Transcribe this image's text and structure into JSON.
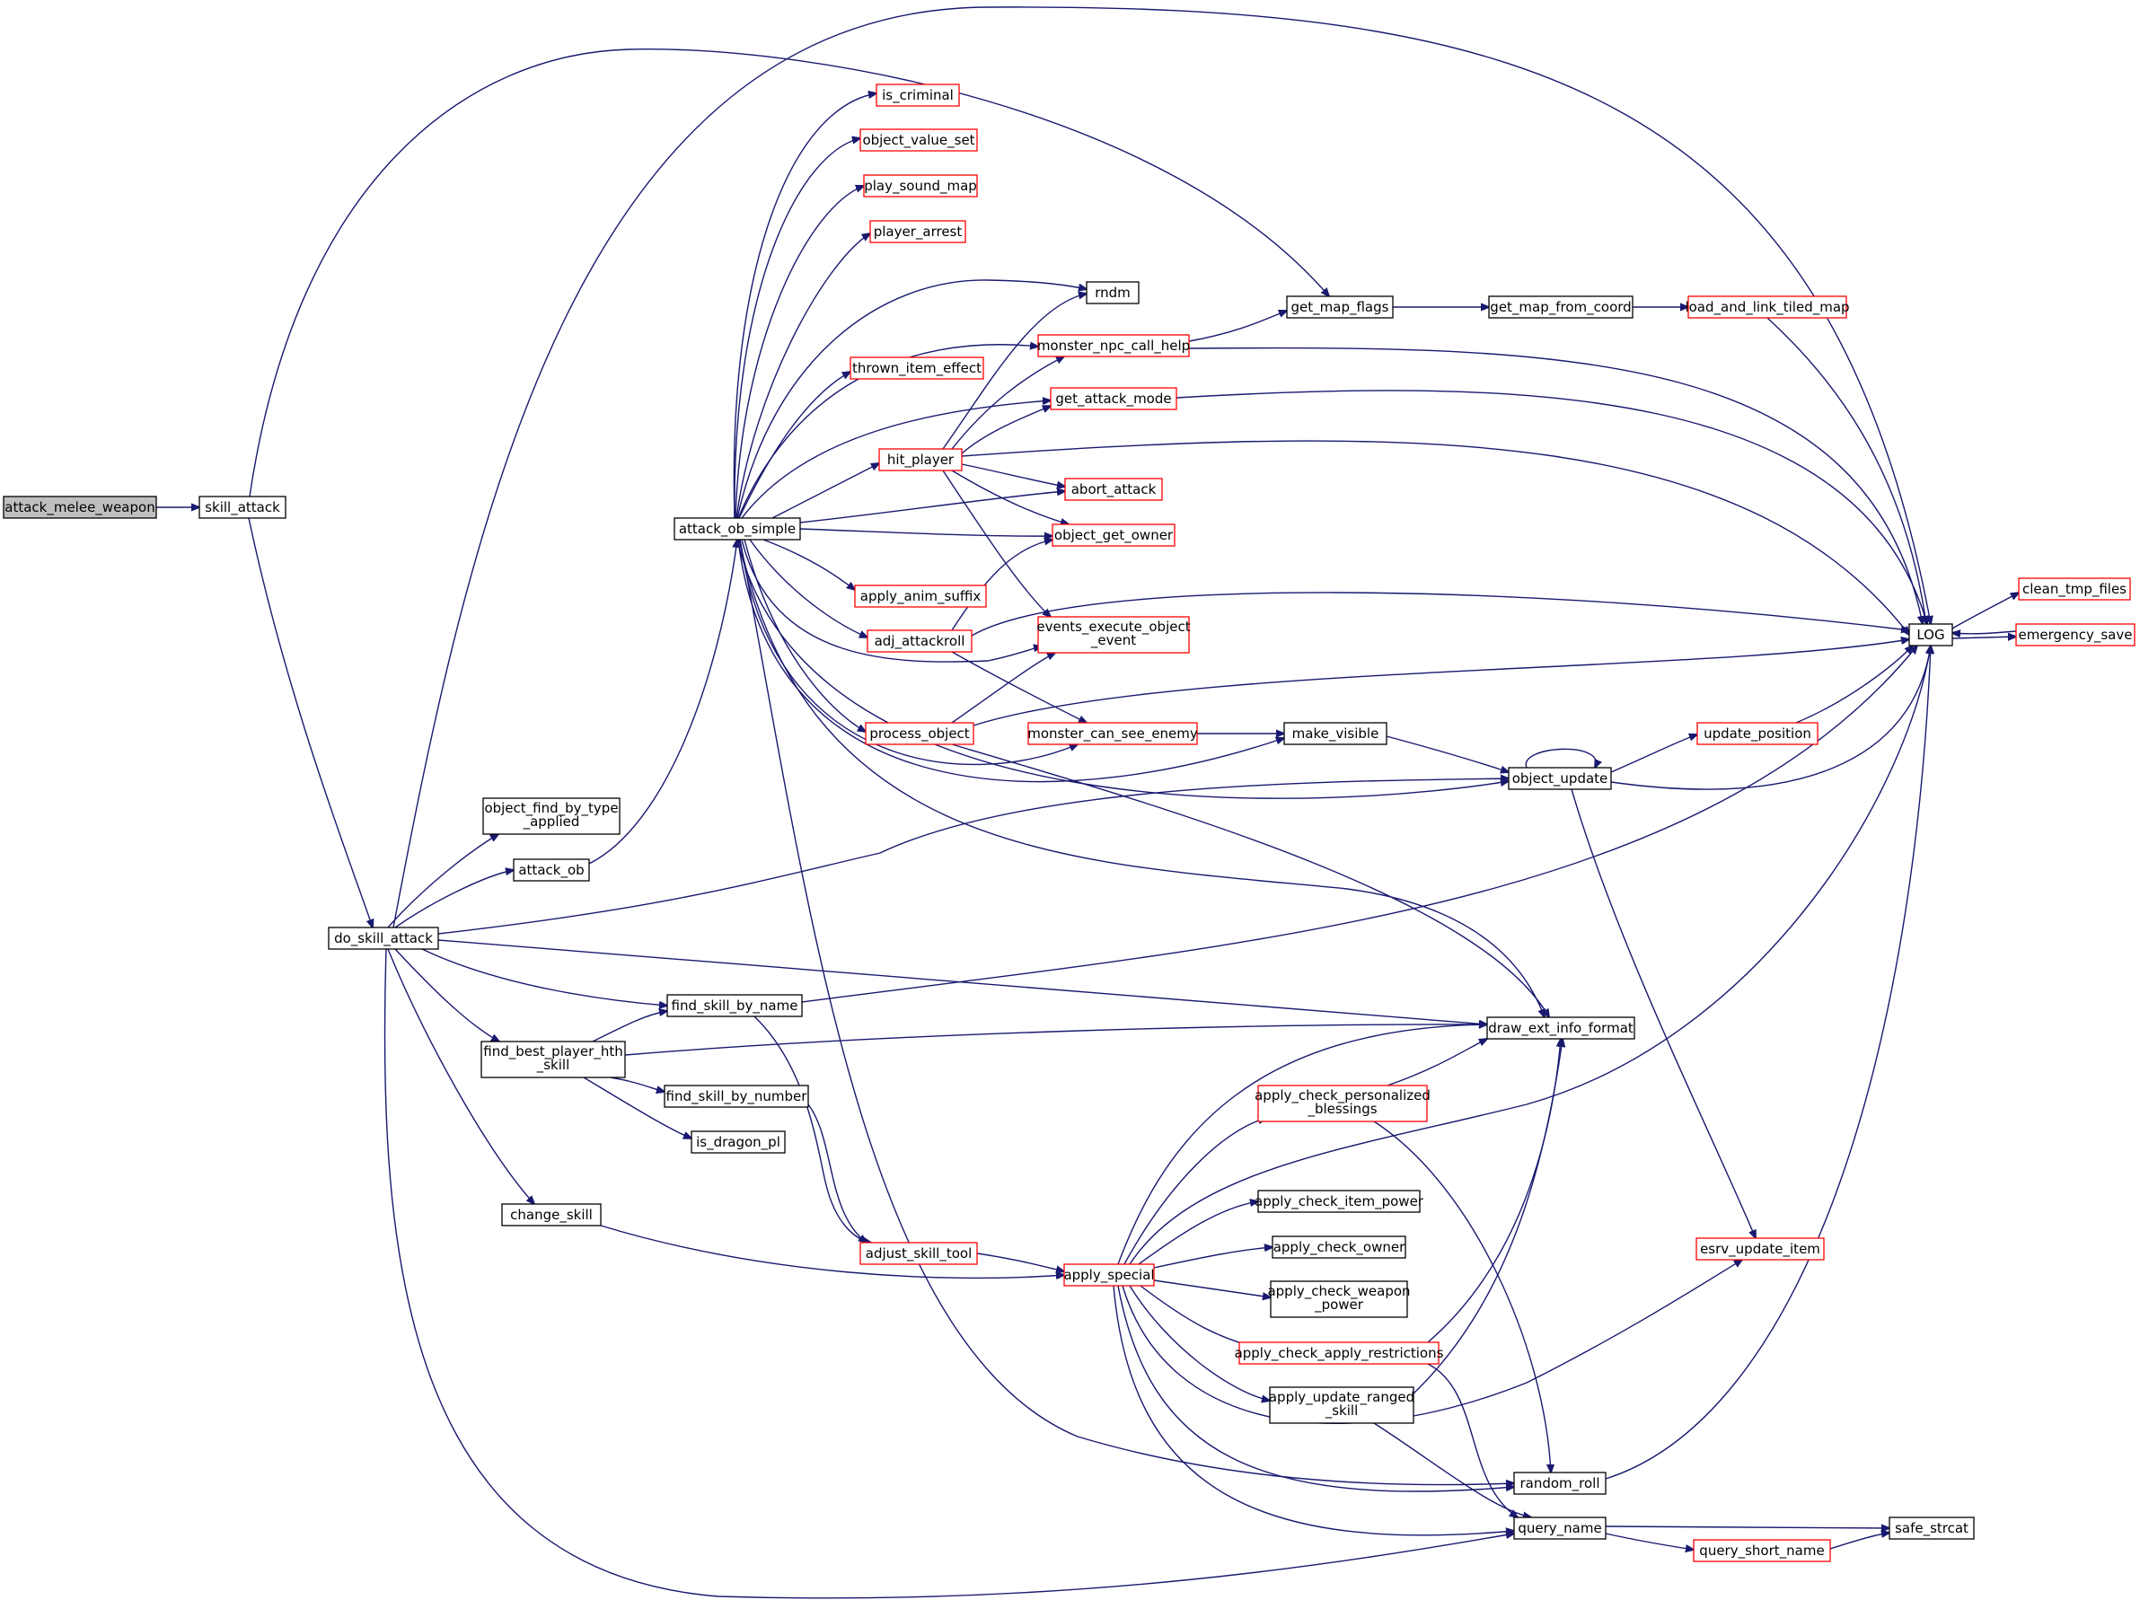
{
  "nodes": [
    {
      "id": "attack_melee_weapon",
      "lines": [
        "attack_melee_weapon"
      ],
      "root": true,
      "red": false
    },
    {
      "id": "skill_attack",
      "lines": [
        "skill_attack"
      ],
      "red": false
    },
    {
      "id": "do_skill_attack",
      "lines": [
        "do_skill_attack"
      ],
      "red": false
    },
    {
      "id": "LOG",
      "lines": [
        "LOG"
      ],
      "red": false
    },
    {
      "id": "get_map_flags",
      "lines": [
        "get_map_flags"
      ],
      "red": false
    },
    {
      "id": "get_map_from_coord",
      "lines": [
        "get_map_from_coord"
      ],
      "red": false
    },
    {
      "id": "load_and_link_tiled_map",
      "lines": [
        "load_and_link_tiled_map"
      ],
      "red": true
    },
    {
      "id": "clean_tmp_files",
      "lines": [
        "clean_tmp_files"
      ],
      "red": true
    },
    {
      "id": "emergency_save",
      "lines": [
        "emergency_save"
      ],
      "red": true
    },
    {
      "id": "attack_ob_simple",
      "lines": [
        "attack_ob_simple"
      ],
      "red": false
    },
    {
      "id": "is_criminal",
      "lines": [
        "is_criminal"
      ],
      "red": true
    },
    {
      "id": "object_value_set",
      "lines": [
        "object_value_set"
      ],
      "red": true
    },
    {
      "id": "play_sound_map",
      "lines": [
        "play_sound_map"
      ],
      "red": true
    },
    {
      "id": "player_arrest",
      "lines": [
        "player_arrest"
      ],
      "red": true
    },
    {
      "id": "rndm",
      "lines": [
        "rndm"
      ],
      "red": false
    },
    {
      "id": "monster_npc_call_help",
      "lines": [
        "monster_npc_call_help"
      ],
      "red": true
    },
    {
      "id": "thrown_item_effect",
      "lines": [
        "thrown_item_effect"
      ],
      "red": true
    },
    {
      "id": "get_attack_mode",
      "lines": [
        "get_attack_mode"
      ],
      "red": true
    },
    {
      "id": "hit_player",
      "lines": [
        "hit_player"
      ],
      "red": true
    },
    {
      "id": "abort_attack",
      "lines": [
        "abort_attack"
      ],
      "red": true
    },
    {
      "id": "object_get_owner",
      "lines": [
        "object_get_owner"
      ],
      "red": true
    },
    {
      "id": "apply_anim_suffix",
      "lines": [
        "apply_anim_suffix"
      ],
      "red": true
    },
    {
      "id": "adj_attackroll",
      "lines": [
        "adj_attackroll"
      ],
      "red": true
    },
    {
      "id": "events_execute_object_event",
      "lines": [
        "events_execute_object",
        "_event"
      ],
      "red": true
    },
    {
      "id": "process_object",
      "lines": [
        "process_object"
      ],
      "red": true
    },
    {
      "id": "monster_can_see_enemy",
      "lines": [
        "monster_can_see_enemy"
      ],
      "red": true
    },
    {
      "id": "make_visible",
      "lines": [
        "make_visible"
      ],
      "red": false
    },
    {
      "id": "object_update",
      "lines": [
        "object_update"
      ],
      "red": false
    },
    {
      "id": "update_position",
      "lines": [
        "update_position"
      ],
      "red": true
    },
    {
      "id": "object_find_by_type_applied",
      "lines": [
        "object_find_by_type",
        "_applied"
      ],
      "red": false
    },
    {
      "id": "attack_ob",
      "lines": [
        "attack_ob"
      ],
      "red": false
    },
    {
      "id": "find_skill_by_name",
      "lines": [
        "find_skill_by_name"
      ],
      "red": false
    },
    {
      "id": "draw_ext_info_format",
      "lines": [
        "draw_ext_info_format"
      ],
      "red": false
    },
    {
      "id": "find_best_player_hth_skill",
      "lines": [
        "find_best_player_hth",
        "_skill"
      ],
      "red": false
    },
    {
      "id": "find_skill_by_number",
      "lines": [
        "find_skill_by_number"
      ],
      "red": false
    },
    {
      "id": "is_dragon_pl",
      "lines": [
        "is_dragon_pl"
      ],
      "red": false
    },
    {
      "id": "apply_check_personalized_blessings",
      "lines": [
        "apply_check_personalized",
        "_blessings"
      ],
      "red": true
    },
    {
      "id": "change_skill",
      "lines": [
        "change_skill"
      ],
      "red": false
    },
    {
      "id": "apply_check_item_power",
      "lines": [
        "apply_check_item_power"
      ],
      "red": false
    },
    {
      "id": "apply_check_owner",
      "lines": [
        "apply_check_owner"
      ],
      "red": false
    },
    {
      "id": "adjust_skill_tool",
      "lines": [
        "adjust_skill_tool"
      ],
      "red": true
    },
    {
      "id": "apply_special",
      "lines": [
        "apply_special"
      ],
      "red": true
    },
    {
      "id": "esrv_update_item",
      "lines": [
        "esrv_update_item"
      ],
      "red": true
    },
    {
      "id": "apply_check_weapon_power",
      "lines": [
        "apply_check_weapon",
        "_power"
      ],
      "red": false
    },
    {
      "id": "apply_check_apply_restrictions",
      "lines": [
        "apply_check_apply_restrictions"
      ],
      "red": true
    },
    {
      "id": "apply_update_ranged_skill",
      "lines": [
        "apply_update_ranged",
        "_skill"
      ],
      "red": false
    },
    {
      "id": "random_roll",
      "lines": [
        "random_roll"
      ],
      "red": false
    },
    {
      "id": "query_name",
      "lines": [
        "query_name"
      ],
      "red": false
    },
    {
      "id": "safe_strcat",
      "lines": [
        "safe_strcat"
      ],
      "red": false
    },
    {
      "id": "query_short_name",
      "lines": [
        "query_short_name"
      ],
      "red": true
    }
  ],
  "colors": {
    "edge": "#191970",
    "red_border": "#ff0000",
    "root_fill": "#bfbfbf",
    "background": "#ffffff"
  }
}
